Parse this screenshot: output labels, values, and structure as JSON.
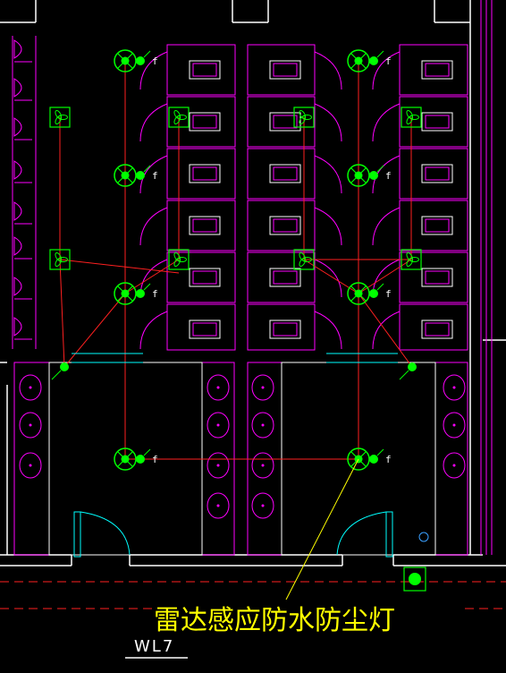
{
  "drawing": {
    "callout_label": "雷达感应防水防尘灯",
    "pipe_tag": "WL7",
    "fixture_mark": "f"
  },
  "colors": {
    "background": "#000000",
    "wall": "#ffffff",
    "partition": "#ff00ff",
    "lamp": "#00ff00",
    "wiring": "#ff2020",
    "door": "#00ffff",
    "callout": "#ffff00"
  },
  "legend": {
    "lamp_symbol": "radar-sensor-lamp",
    "fan_symbol": "exhaust-fan"
  }
}
